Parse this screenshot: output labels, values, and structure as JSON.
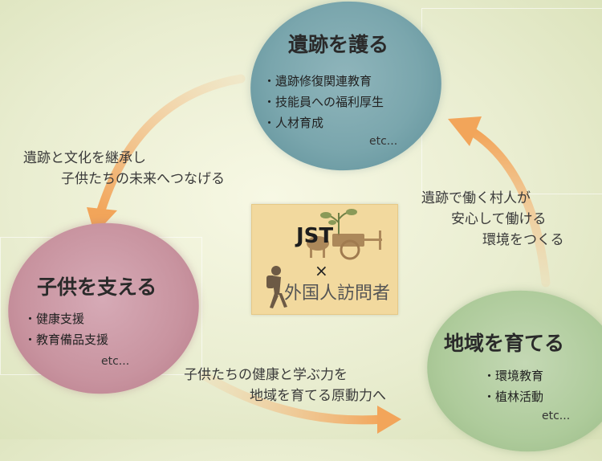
{
  "center": {
    "org": "JST",
    "times": "×",
    "visitors": "外国人訪問者"
  },
  "nodes": {
    "protect": {
      "title": "遺跡を護る",
      "items": [
        "・遺跡修復関連教育",
        "・技能員への福利厚生",
        "・人材育成"
      ],
      "etc": "etc..."
    },
    "children": {
      "title": "子供を支える",
      "items": [
        "・健康支援",
        "・教育備品支援"
      ],
      "etc": "etc..."
    },
    "region": {
      "title": "地域を育てる",
      "items": [
        "・環境教育",
        "・植林活動"
      ],
      "etc": "etc..."
    }
  },
  "captions": {
    "protect_to_children": [
      "遺跡と文化を継承し",
      "子供たちの未来へつなげる"
    ],
    "children_to_region": [
      "子供たちの健康と学ぶ力を",
      "地域を育てる原動力へ"
    ],
    "region_to_protect": [
      "遺跡で働く村人が",
      "安心して働ける",
      "環境をつくる"
    ]
  },
  "colors": {
    "arrow": "#f2a55a",
    "protect": "#7aa6ad",
    "children": "#c8939f",
    "region": "#aecb9b",
    "center": "#f2d99e"
  }
}
